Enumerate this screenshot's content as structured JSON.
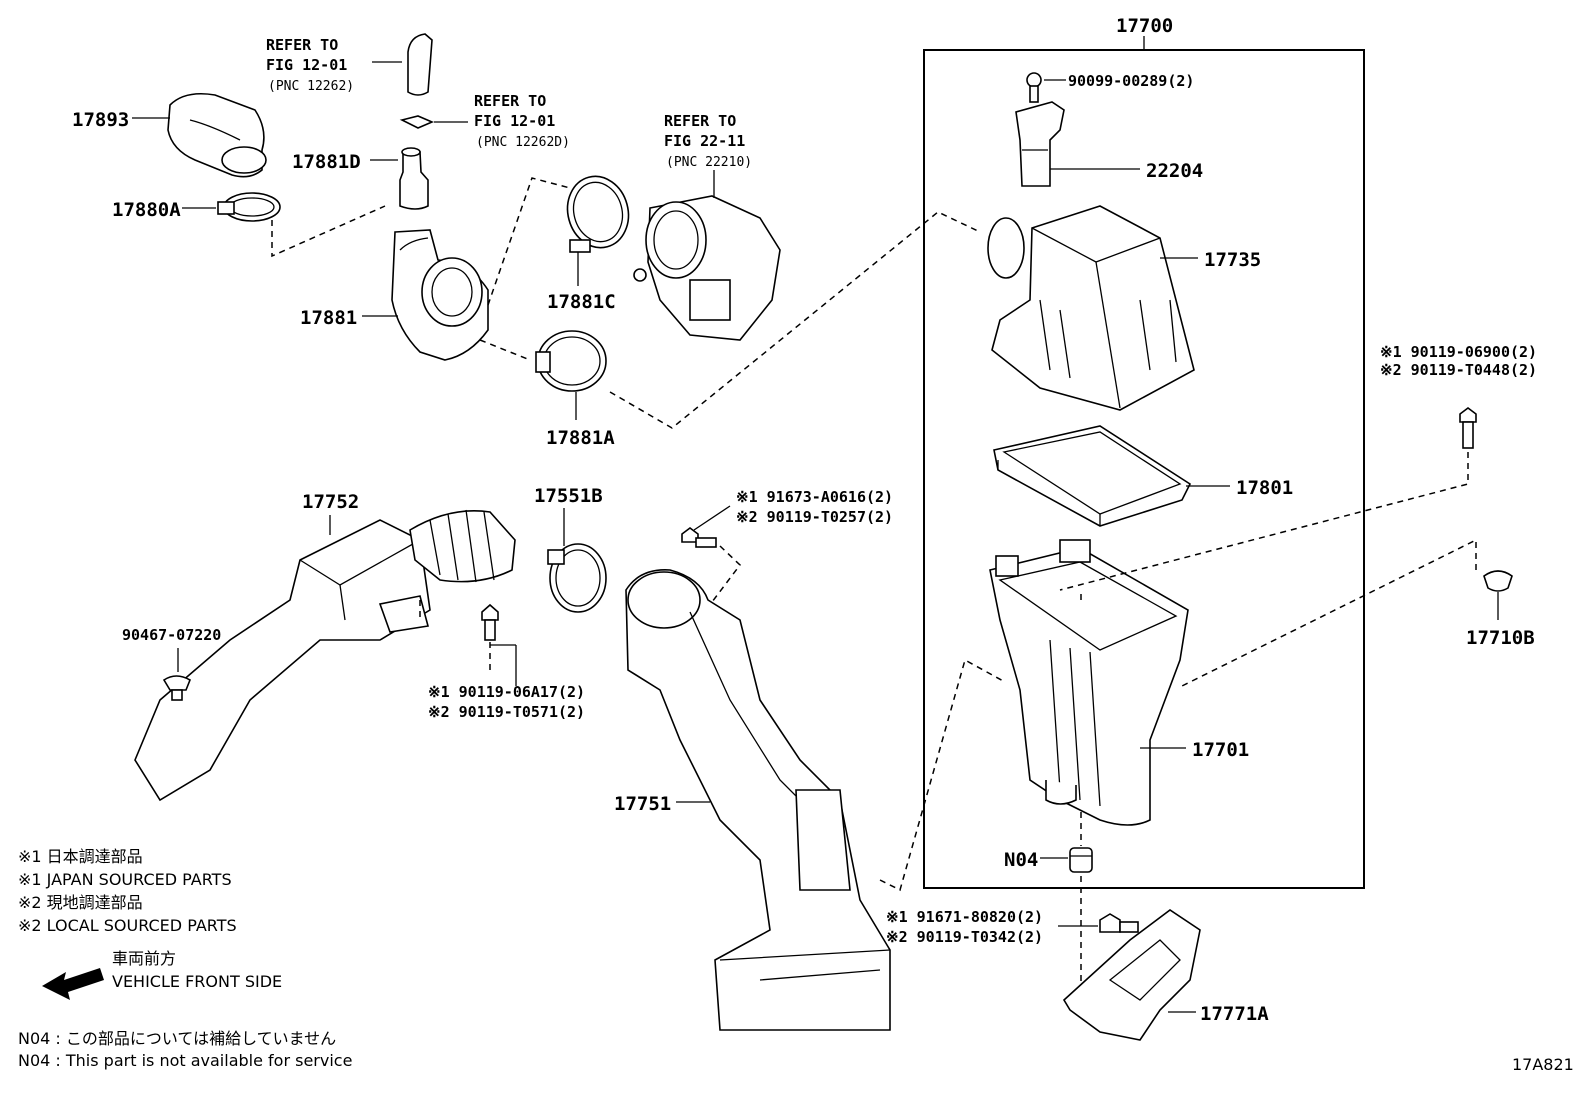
{
  "assembly": {
    "number": "17700"
  },
  "refs": [
    {
      "id": "ref1",
      "line1": "REFER TO",
      "line2": "FIG 12-01",
      "line3": "(PNC 12262)"
    },
    {
      "id": "ref2",
      "line1": "REFER TO",
      "line2": "FIG 12-01",
      "line3": "(PNC 12262D)"
    },
    {
      "id": "ref3",
      "line1": "REFER TO",
      "line2": "FIG 22-11",
      "line3": "(PNC 22210)"
    }
  ],
  "parts": {
    "p17893": "17893",
    "p17881D": "17881D",
    "p17880A": "17880A",
    "p17881": "17881",
    "p17881C": "17881C",
    "p17881A": "17881A",
    "p90099": "90099-00289(2)",
    "p22204": "22204",
    "p17735": "17735",
    "p17801": "17801",
    "p17701": "17701",
    "pN04": "N04",
    "p17710B": "17710B",
    "p17771A": "17771A",
    "p17752": "17752",
    "p17551B": "17551B",
    "p90467": "90467-07220",
    "p17751": "17751"
  },
  "bolts": {
    "b1_line1": "※1 91673-A0616(2)",
    "b1_line2": "※2 90119-T0257(2)",
    "b2_line1": "※1 90119-06A17(2)",
    "b2_line2": "※2 90119-T0571(2)",
    "b3_line1": "※1 90119-06900(2)",
    "b3_line2": "※2 90119-T0448(2)",
    "b4_line1": "※1 91671-80820(2)",
    "b4_line2": "※2 90119-T0342(2)"
  },
  "legend": {
    "l1": "※1 日本調達部品",
    "l2": "※1 JAPAN SOURCED PARTS",
    "l3": "※2 現地調達部品",
    "l4": "※2 LOCAL SOURCED PARTS",
    "front_jp": "車両前方",
    "front_en": "VEHICLE FRONT SIDE",
    "n04_jp": "N04 : この部品については補給していません",
    "n04_en": "N04 : This part is not available for service",
    "figure_code": "17A821"
  }
}
